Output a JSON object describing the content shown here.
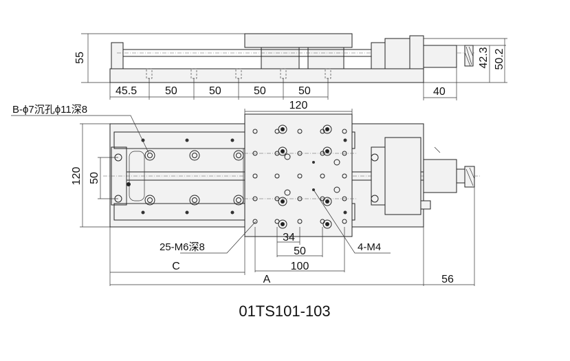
{
  "drawing": {
    "model": "01TS101-103",
    "callouts": {
      "counterbore": "B-ϕ7沉孔ϕ11深8",
      "tapped_holes": "25-M6深8",
      "m4_holes": "4-M4"
    },
    "side_view_dims": {
      "height": "55",
      "offset": "45.5",
      "pitch1": "50",
      "pitch2": "50",
      "pitch3": "50",
      "pitch4": "50",
      "h42": "42.3",
      "h50": "50.2",
      "depth40": "40"
    },
    "top_view_dims": {
      "table_width": "120",
      "base_width": "120",
      "rail_span": "50",
      "pitch34": "34",
      "pitch50": "50",
      "pitch100": "100",
      "dim_c": "C",
      "dim_a": "A",
      "motor_len": "56"
    }
  }
}
